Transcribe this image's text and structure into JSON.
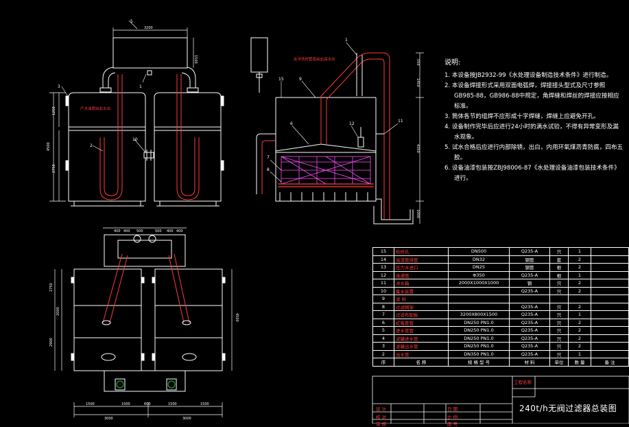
{
  "drawing_title": "240t/h无阀过滤器总装图",
  "colors": {
    "background": "#000000",
    "outline": "#ffffff",
    "dimension": "#ffffff",
    "pipe_red": "#ff3b3b",
    "pink": "#ff4fff",
    "green": "#22c040",
    "label_red": "#ff3b3b"
  },
  "notes": {
    "title": "说明:",
    "items": [
      "1. 本设备按JB2932-99《水处理设备制造技术条件》进行制造。",
      "2. 本设备焊接形式采用双面电弧焊，焊接接头型式及尺寸参照GB985-88，GB986-88中规定，角焊缝和焊丝的焊接应按相应标准。",
      "3. 筒体各节的组焊不应形成十字焊缝，焊缝上应避免开孔。",
      "4. 设备制作完毕后应进行24小时的满水试验，不得有异常变形及漏水现象。",
      "5. 试水合格后应进行内部除锈，出白，内用环氧煤沥青防腐，四布五胶。",
      "6. 设备油漆包装按ZBJ98006-87《水处理设备油漆包装技术条件》进行。"
    ]
  },
  "front_view": {
    "callouts": [
      "5",
      "1",
      "3",
      "2",
      "10"
    ],
    "dims": [
      "3200",
      "1500",
      "1250",
      "4500",
      "2750"
    ],
    "annotation": "产水浊度由此水出"
  },
  "section_view": {
    "callouts": [
      "1",
      "15",
      "9",
      "6",
      "12",
      "11",
      "7",
      "8"
    ],
    "dims": [
      "550",
      "1450",
      "4350",
      "1000"
    ],
    "annotation": "反冲洗时管道由此高水出"
  },
  "plan_view": {
    "dims_top": [
      "400",
      "400",
      "500",
      "500",
      "400",
      "400"
    ],
    "dims_left": [
      "2750",
      "2000",
      "2900",
      "4500"
    ],
    "dims_bottom": [
      "1500",
      "1500",
      "600",
      "1500",
      "1500",
      "3000",
      "3000"
    ]
  },
  "bom": {
    "header": [
      "序",
      "名 称",
      "规 格 型 号",
      "材 料",
      "单位",
      "数 量",
      "备 注"
    ],
    "rows": [
      [
        "15",
        "检修孔",
        "DN500",
        "Q235-A",
        "只",
        "1",
        ""
      ],
      [
        "14",
        "溢流管排管",
        "DN32",
        "钢管",
        "套",
        "2",
        ""
      ],
      [
        "13",
        "压力水进口",
        "DN25",
        "钢管",
        "根",
        "2",
        ""
      ],
      [
        "12",
        "连通管",
        "Φ350",
        "Q235-A",
        "根",
        "1",
        ""
      ],
      [
        "11",
        "冲水箱",
        "2000X1000X1000",
        "钢",
        "只",
        "2",
        ""
      ],
      [
        "10",
        "集水装置",
        "",
        "Q235-A",
        "只",
        "2",
        ""
      ],
      [
        "9",
        "滤 料",
        "",
        "",
        "",
        "",
        ""
      ],
      [
        "8",
        "过滤网架",
        "",
        "Q235-A",
        "只",
        "2",
        ""
      ],
      [
        "7",
        "过滤布配板",
        "3200X800X1500",
        "Q235-A",
        "只",
        "1",
        ""
      ],
      [
        "6",
        "虹吸管管",
        "DN250 PN1.0",
        "Q235-A",
        "只",
        "2",
        ""
      ],
      [
        "5",
        "进水管管",
        "DN250 PN1.0",
        "Q235-A",
        "只",
        "2",
        ""
      ],
      [
        "4",
        "滤罐进水管",
        "DN250 PN1.0",
        "Q235-A",
        "只",
        "2",
        ""
      ],
      [
        "3",
        "滤罐出水管",
        "DN250 PN1.0",
        "Q235-A",
        "只",
        "2",
        ""
      ],
      [
        "2",
        "出水管",
        "DN350 PN1.0",
        "Q235-A",
        "只",
        "1",
        ""
      ]
    ]
  },
  "title_block": {
    "labels": [
      "设 计",
      "校 对",
      "审 核",
      "日 期",
      "比 例",
      "图 号",
      "工程名称"
    ]
  }
}
